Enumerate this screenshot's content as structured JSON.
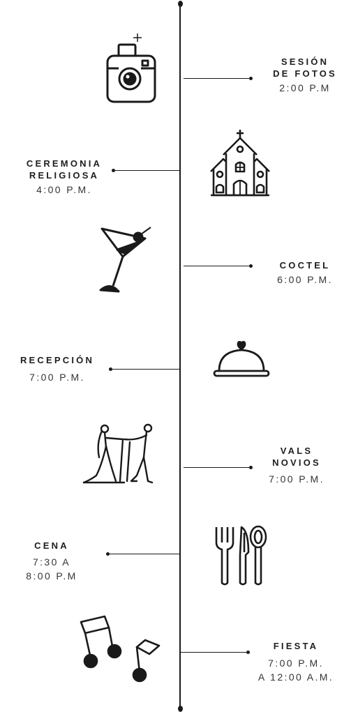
{
  "events": [
    {
      "title": "SESIÓN\nDE FOTOS",
      "time": "2:00 P.M",
      "icon": "camera-icon"
    },
    {
      "title": "CEREMONIA\nRELIGIOSA",
      "time": "4:00 P.M.",
      "icon": "church-icon"
    },
    {
      "title": "COCTEL",
      "time": "6:00 P.M.",
      "icon": "cocktail-icon"
    },
    {
      "title": "RECEPCIÓN",
      "time": "7:00 P.M.",
      "icon": "cloche-icon"
    },
    {
      "title": "VALS\nNOVIOS",
      "time": "7:00 P.M.",
      "icon": "dancing-couple-icon"
    },
    {
      "title": "CENA",
      "time": "7:30 A\n8:00 P.M",
      "icon": "cutlery-icon"
    },
    {
      "title": "FIESTA",
      "time": "7:00 P.M.\nA 12:00 A.M.",
      "icon": "music-notes-icon"
    }
  ],
  "colors": {
    "ink": "#1a1a1a",
    "background": "#ffffff"
  }
}
